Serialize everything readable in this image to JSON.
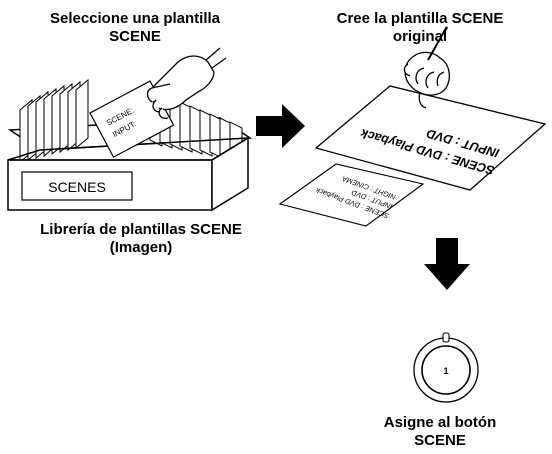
{
  "headings": {
    "select_template": [
      "Seleccione una plantilla",
      "SCENE"
    ],
    "create_template": [
      "Cree la plantilla SCENE",
      "original"
    ],
    "library": [
      "Librería de plantillas SCENE",
      "(Imagen)"
    ],
    "assign_button": [
      "Asigne al botón",
      "SCENE"
    ]
  },
  "box": {
    "label": "SCENES"
  },
  "held_card": {
    "line1": "SCENE:",
    "line2": "INPUT:"
  },
  "large_sheet": {
    "line1": "SCENE : DVD Playback",
    "line2": "INPUT : DVD"
  },
  "small_sheet": {
    "line1": "SCENE : DVD Playback",
    "line2": "INPUT : DVD",
    "line3": "NIGHT : CINEMA"
  },
  "scene_button": {
    "number": "1"
  },
  "icons": [
    "hand-icon",
    "hand-writing-icon",
    "arrow-right-icon",
    "arrow-down-icon",
    "knob-icon"
  ]
}
